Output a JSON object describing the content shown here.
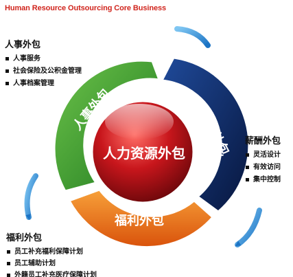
{
  "title": "Human Resource Outsourcing Core Business",
  "center": {
    "label": "人力资源外包"
  },
  "segments": {
    "hr": {
      "label": "人事外包",
      "color": "#2f8f2a"
    },
    "pay": {
      "label": "薪酬外包",
      "color": "#0d2a66"
    },
    "welfare": {
      "label": "福利外包",
      "color": "#e76a12"
    }
  },
  "blocks": {
    "hr": {
      "title": "人事外包",
      "items": [
        "人事服务",
        "社会保险及公积金管理",
        "人事档案管理"
      ]
    },
    "pay": {
      "title": "薪酬外包",
      "items": [
        "灵活设计",
        "有效访问",
        "集中控制"
      ]
    },
    "welfare": {
      "title": "福利外包",
      "items": [
        "员工补充福利保障计划",
        "员工辅助计划",
        "外籍员工补充医疗保障计划"
      ]
    }
  },
  "colors": {
    "title_red": "#d0241c",
    "arrow_blue": "#2f8fd8",
    "center_red": "#b8141a"
  }
}
